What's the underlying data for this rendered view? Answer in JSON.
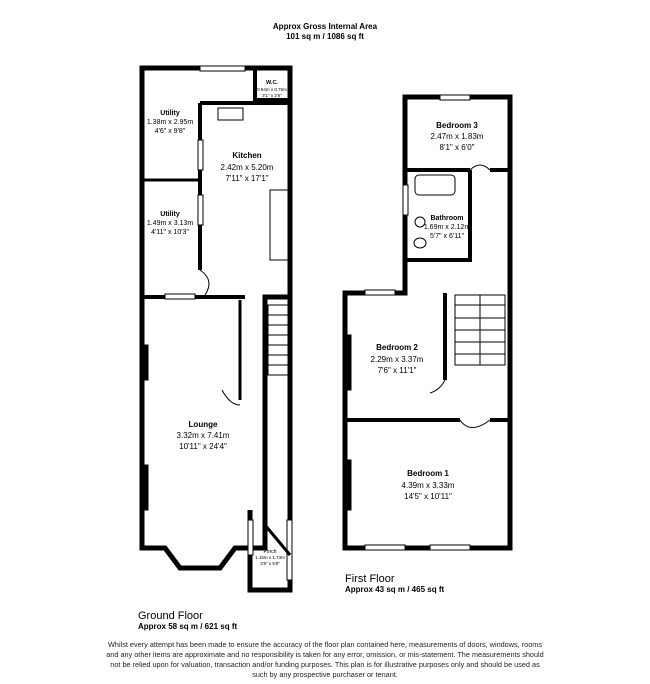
{
  "header": {
    "title": "Approx Gross Internal Area",
    "area": "101 sq m / 1086 sq ft"
  },
  "ground_floor": {
    "label": "Ground Floor",
    "area": "Approx 58 sq m / 621 sq ft",
    "rooms": [
      {
        "name": "W.C.",
        "metric": "0.94m x 0.76m",
        "imperial": "3'1\" x 2'6\""
      },
      {
        "name": "Utility",
        "metric": "1.38m x 2.95m",
        "imperial": "4'6\" x 9'8\""
      },
      {
        "name": "Kitchen",
        "metric": "2.42m x 5.20m",
        "imperial": "7'11\" x 17'1\""
      },
      {
        "name": "Utility",
        "metric": "1.49m x 3.13m",
        "imperial": "4'11\" x 10'3\""
      },
      {
        "name": "Lounge",
        "metric": "3.32m x 7.41m",
        "imperial": "10'11\" x 24'4\""
      },
      {
        "name": "Porch",
        "metric": "1.15m x 1.73m",
        "imperial": "3'9\" x 5'8\""
      }
    ]
  },
  "first_floor": {
    "label": "First Floor",
    "area": "Approx 43 sq m / 465 sq ft",
    "rooms": [
      {
        "name": "Bedroom 3",
        "metric": "2.47m x 1.83m",
        "imperial": "8'1\" x 6'0\""
      },
      {
        "name": "Bathroom",
        "metric": "1.69m x 2.12m",
        "imperial": "5'7\" x 6'11\""
      },
      {
        "name": "Bedroom 2",
        "metric": "2.29m x 3.37m",
        "imperial": "7'6\" x 11'1\""
      },
      {
        "name": "Bedroom 1",
        "metric": "4.39m x 3.33m",
        "imperial": "14'5\" x 10'11\""
      }
    ]
  },
  "disclaimer": "Whilst every attempt has been made to ensure the accuracy of the floor plan contained here, measurements of doors, windows, rooms and any other items are approximate and no responsibility is taken for any error, omission, or mis-statement. The measurements should not be relied upon for valuation, transaction and/or funding purposes. This plan is for illustrative purposes only and should be used as such by any prospective purchaser or tenant.",
  "colors": {
    "walls": "#000000",
    "background": "#ffffff"
  }
}
